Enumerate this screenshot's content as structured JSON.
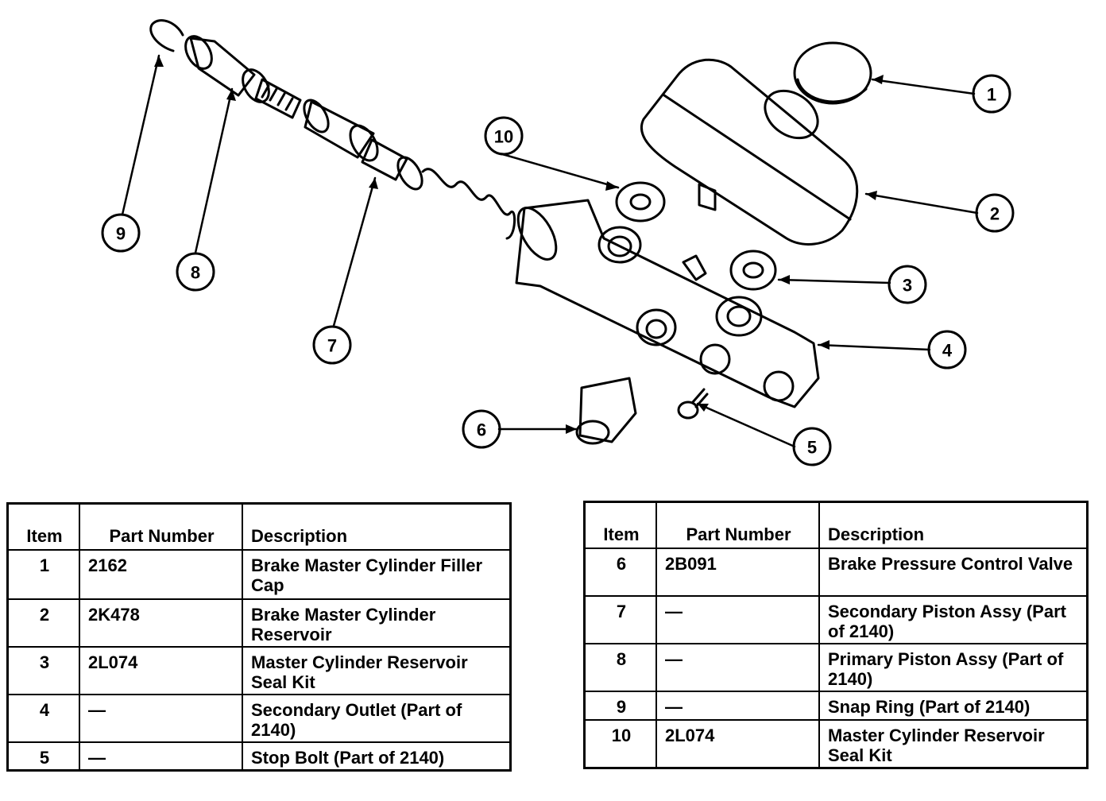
{
  "callouts": [
    "1",
    "2",
    "3",
    "4",
    "5",
    "6",
    "7",
    "8",
    "9",
    "10"
  ],
  "table_headers": {
    "item": "Item",
    "part_number": "Part Number",
    "description": "Description"
  },
  "parts_left": [
    {
      "item": "1",
      "part_number": "2162",
      "description": "Brake Master Cylinder Filler Cap"
    },
    {
      "item": "2",
      "part_number": "2K478",
      "description": "Brake Master Cylinder Reservoir"
    },
    {
      "item": "3",
      "part_number": "2L074",
      "description": "Master Cylinder Reservoir Seal Kit"
    },
    {
      "item": "4",
      "part_number": "—",
      "description": "Secondary Outlet (Part of 2140)"
    },
    {
      "item": "5",
      "part_number": "—",
      "description": "Stop Bolt (Part of 2140)"
    }
  ],
  "parts_right": [
    {
      "item": "6",
      "part_number": "2B091",
      "description": "Brake Pressure Control Valve"
    },
    {
      "item": "7",
      "part_number": "—",
      "description": "Secondary Piston Assy (Part of 2140)"
    },
    {
      "item": "8",
      "part_number": "—",
      "description": "Primary Piston Assy (Part of 2140)"
    },
    {
      "item": "9",
      "part_number": "—",
      "description": "Snap Ring (Part of 2140)"
    },
    {
      "item": "10",
      "part_number": "2L074",
      "description": "Master Cylinder Reservoir Seal Kit"
    }
  ]
}
